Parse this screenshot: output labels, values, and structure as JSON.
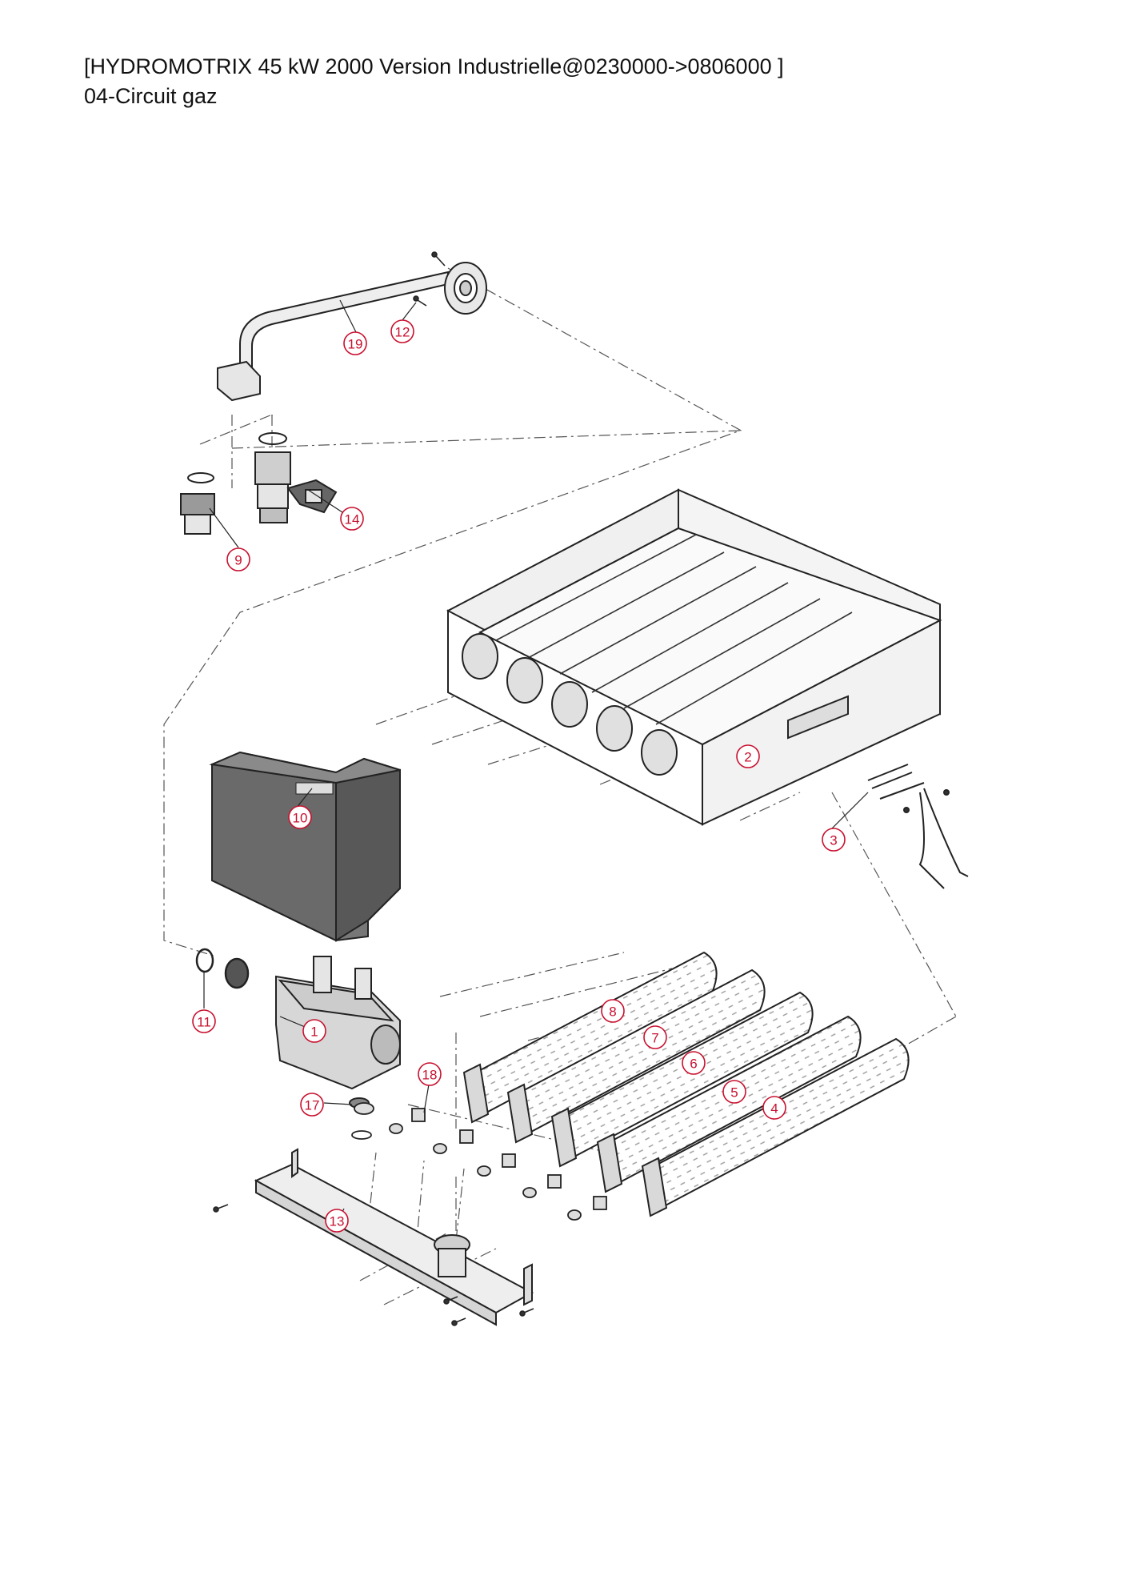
{
  "header": {
    "title": "[HYDROMOTRIX 45 kW 2000 Version Industrielle@0230000->0806000 ]",
    "subtitle": "04-Circuit gaz"
  },
  "callout_color": "#c8102e",
  "callouts": [
    {
      "id": "1",
      "label": "1"
    },
    {
      "id": "2",
      "label": "2"
    },
    {
      "id": "3",
      "label": "3"
    },
    {
      "id": "4",
      "label": "4"
    },
    {
      "id": "5",
      "label": "5"
    },
    {
      "id": "6",
      "label": "6"
    },
    {
      "id": "7",
      "label": "7"
    },
    {
      "id": "8",
      "label": "8"
    },
    {
      "id": "9",
      "label": "9"
    },
    {
      "id": "10",
      "label": "10"
    },
    {
      "id": "11",
      "label": "11"
    },
    {
      "id": "12",
      "label": "12"
    },
    {
      "id": "13",
      "label": "13"
    },
    {
      "id": "14",
      "label": "14"
    },
    {
      "id": "17",
      "label": "17"
    },
    {
      "id": "18",
      "label": "18"
    },
    {
      "id": "19",
      "label": "19"
    }
  ]
}
